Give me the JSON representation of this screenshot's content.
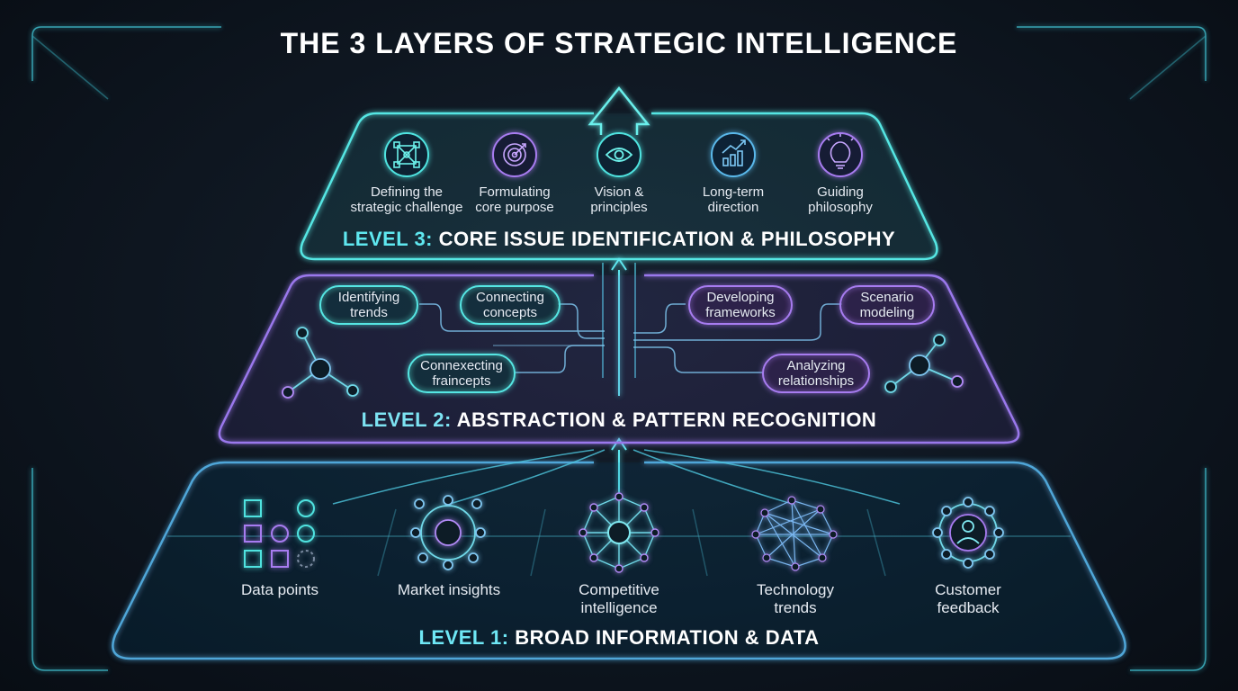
{
  "title": "THE 3 LAYERS OF STRATEGIC INTELLIGENCE",
  "level3": {
    "prefix": "LEVEL 3:",
    "name": "CORE ISSUE IDENTIFICATION & PHILOSOPHY",
    "items": [
      {
        "label": "Defining the\nstrategic challenge",
        "icon": "network-square-icon"
      },
      {
        "label": "Formulating\ncore purpose",
        "icon": "target-icon"
      },
      {
        "label": "Vision &\nprinciples",
        "icon": "eye-icon"
      },
      {
        "label": "Long-term\ndirection",
        "icon": "growth-chart-icon"
      },
      {
        "label": "Guiding\nphilosophy",
        "icon": "lightbulb-icon"
      }
    ]
  },
  "level2": {
    "prefix": "LEVEL 2:",
    "name": "ABSTRACTION & PATTERN RECOGNITION",
    "items": [
      {
        "label": "Identifying\ntrends"
      },
      {
        "label": "Connecting\nconcepts"
      },
      {
        "label": "Connexecting\nfraincepts"
      },
      {
        "label": "Developing\nframeworks"
      },
      {
        "label": "Scenario\nmodeling"
      },
      {
        "label": "Analyzing\nrelationships"
      }
    ]
  },
  "level1": {
    "prefix": "LEVEL 1:",
    "name": "BROAD INFORMATION & DATA",
    "items": [
      {
        "label": "Data points",
        "icon": "data-grid-icon"
      },
      {
        "label": "Market insights",
        "icon": "hub-network-icon"
      },
      {
        "label": "Competitive\nintelligence",
        "icon": "mesh-network-icon"
      },
      {
        "label": "Technology\ntrends",
        "icon": "web-mesh-icon"
      },
      {
        "label": "Customer\nfeedback",
        "icon": "user-circle-icon"
      }
    ]
  },
  "colors": {
    "teal": "#4fe3e0",
    "purple": "#a77bf0",
    "blue": "#5ab8ea",
    "background": "#0e1620"
  }
}
